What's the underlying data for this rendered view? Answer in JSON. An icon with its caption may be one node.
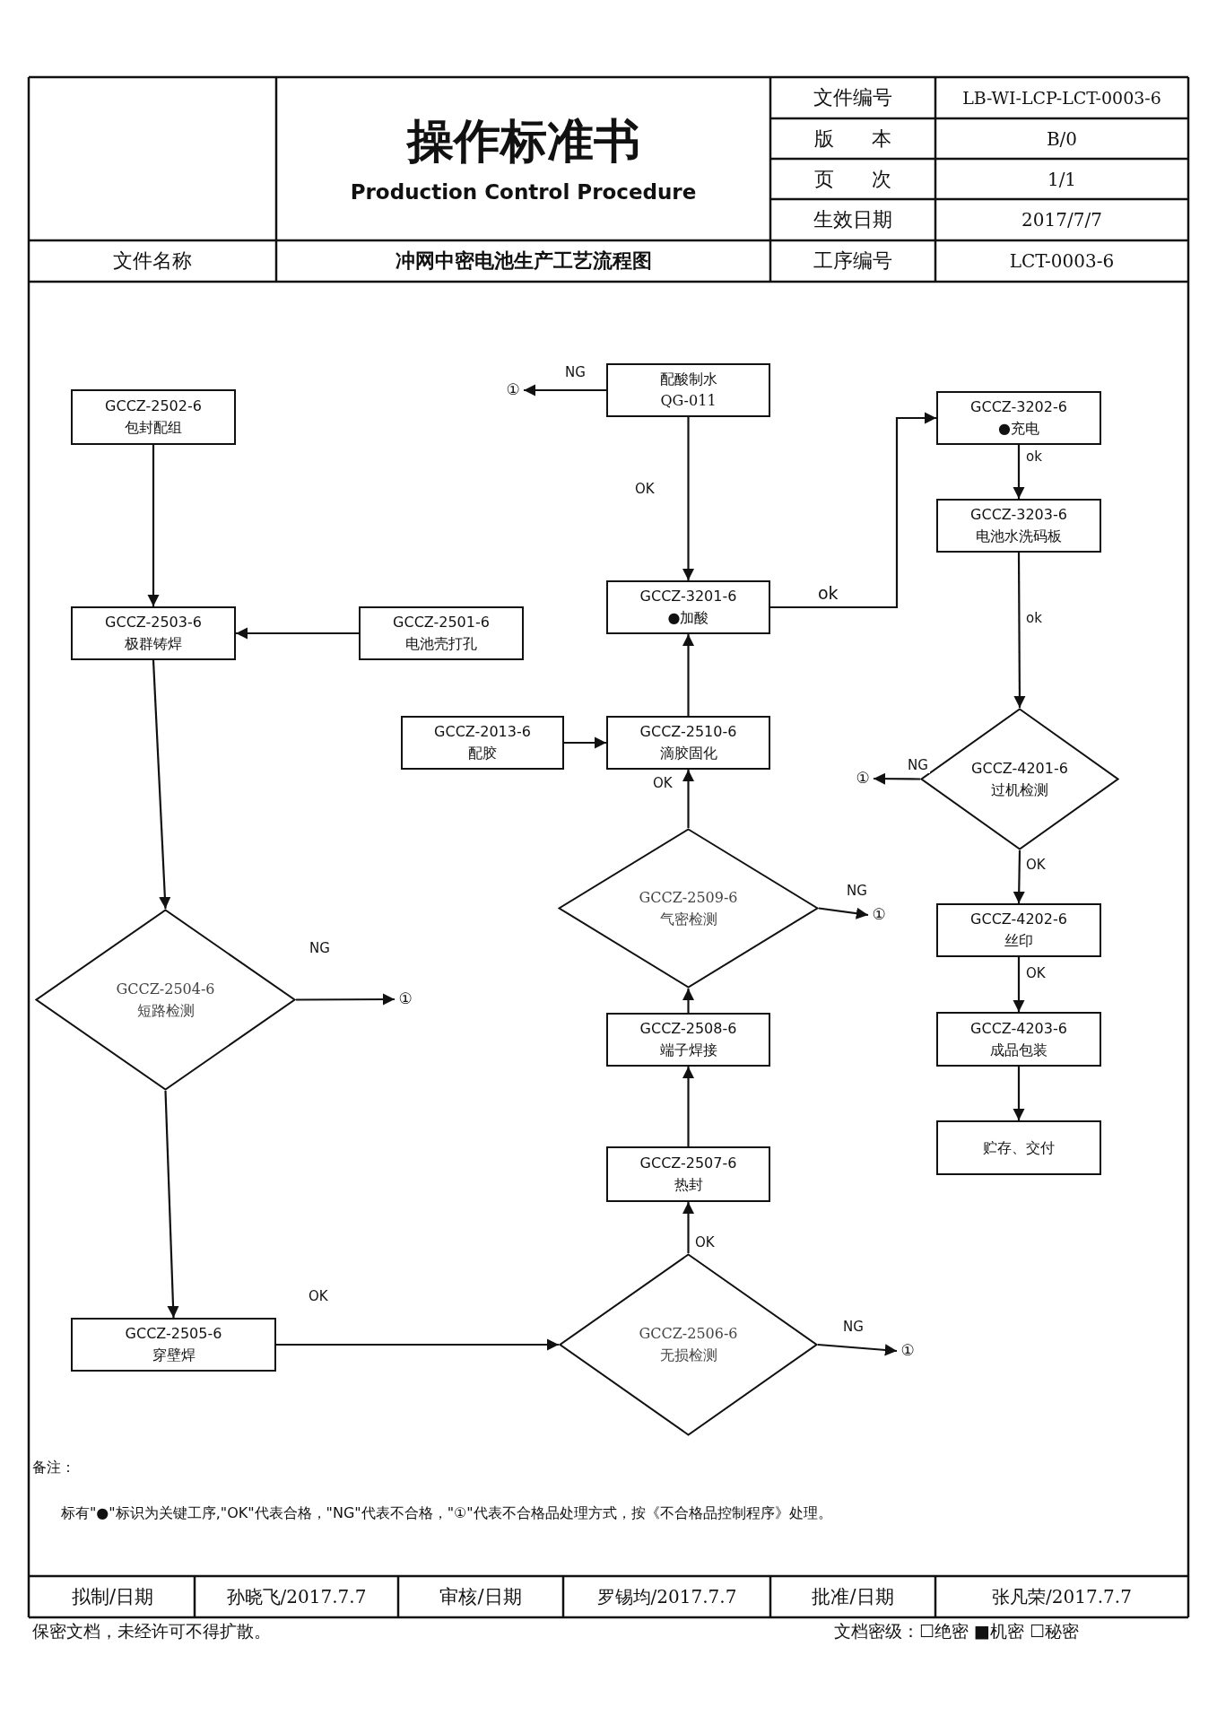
{
  "diagram": {
    "title": "操作标准书",
    "nodes": [
      {
        "text": [
          "GCCZ-2502-6",
          "包封配组"
        ]
      },
      {
        "text": [
          "GCCZ-2503-6",
          "极群铸焊"
        ]
      },
      {
        "text": [
          "GCCZ-2501-6",
          "电池壳打孔"
        ]
      },
      {
        "text": [
          "GCCZ-2504-6",
          "短路检测"
        ]
      },
      {
        "text": [
          "GCCZ-2505-6",
          "穿壁焊"
        ]
      },
      {
        "text": [
          "GCCZ-2506-6",
          "无损检测"
        ]
      },
      {
        "text": [
          "GCCZ-2507-6",
          "热封"
        ]
      },
      {
        "text": [
          "GCCZ-2508-6",
          "端子焊接"
        ]
      },
      {
        "text": [
          "GCCZ-2509-6",
          "气密检测"
        ]
      },
      {
        "text": [
          "GCCZ-2510-6",
          "滴胶固化"
        ]
      },
      {
        "text": [
          "GCCZ-2013-6",
          "配胶"
        ]
      },
      {
        "text": [
          "GCCZ-3201-6",
          "●加酸"
        ]
      },
      {
        "text": [
          "配酸制水",
          "QG-011"
        ]
      },
      {
        "text": [
          "GCCZ-3202-6",
          "●充电"
        ]
      },
      {
        "text": [
          "GCCZ-3203-6",
          "电池水洗码板"
        ]
      },
      {
        "text": [
          "GCCZ-4201-6",
          "过机检测"
        ]
      },
      {
        "text": [
          "GCCZ-4202-6",
          "丝印"
        ]
      },
      {
        "text": [
          "GCCZ-4203-6",
          "成品包装"
        ]
      },
      {
        "text": [
          "贮存、交付"
        ]
      },
      {
        "text": [
          "①"
        ]
      },
      {
        "text": [
          "①"
        ]
      },
      {
        "text": [
          "①"
        ]
      },
      {
        "text": [
          "①"
        ]
      },
      {
        "text": [
          "①"
        ]
      }
    ],
    "edges": [
      {
        "from": 0,
        "to": 1,
        "arrow": "to"
      },
      {
        "from": 2,
        "to": 1,
        "arrow": "to"
      },
      {
        "from": 1,
        "to": 3,
        "arrow": "to"
      },
      {
        "from": 3,
        "to": 23,
        "arrow": "to",
        "label": "NG"
      },
      {
        "from": 3,
        "to": 4,
        "arrow": "to"
      },
      {
        "from": 4,
        "to": 5,
        "arrow": "to",
        "label": "OK"
      },
      {
        "from": 5,
        "to": 22,
        "arrow": "to",
        "label": "NG"
      },
      {
        "from": 5,
        "to": 6,
        "arrow": "to",
        "label": "OK"
      },
      {
        "from": 6,
        "to": 7,
        "arrow": "to"
      },
      {
        "from": 7,
        "to": 8,
        "arrow": "to"
      },
      {
        "from": 8,
        "to": 20,
        "arrow": "to",
        "label": "NG"
      },
      {
        "from": 8,
        "to": 9,
        "arrow": "to",
        "label": "OK"
      },
      {
        "from": 10,
        "to": 9,
        "arrow": "to"
      },
      {
        "from": 9,
        "to": 11,
        "arrow": "to"
      },
      {
        "from": 12,
        "to": 11,
        "arrow": "to",
        "label": "OK"
      },
      {
        "from": 12,
        "to": 19,
        "arrow": "to",
        "label": "NG"
      },
      {
        "from": 11,
        "to": 13,
        "arrow": "to",
        "label": "ok"
      },
      {
        "from": 13,
        "to": 14,
        "arrow": "to",
        "label": "ok"
      },
      {
        "from": 14,
        "to": 15,
        "arrow": "to",
        "label": "ok"
      },
      {
        "from": 15,
        "to": 21,
        "arrow": "to",
        "label": "NG"
      },
      {
        "from": 15,
        "to": 16,
        "arrow": "to",
        "label": "OK"
      },
      {
        "from": 16,
        "to": 17,
        "arrow": "to",
        "label": "OK"
      },
      {
        "from": 17,
        "to": 18,
        "arrow": "to"
      }
    ],
    "labels": [
      "Production Control Procedure",
      "文件编号",
      "LB-WI-LCP-LCT-0003-6",
      "版 本",
      "B/0",
      "页 次",
      "1/1",
      "生效日期",
      "2017/7/7",
      "文件名称",
      "冲网中密电池生产工艺流程图",
      "工序编号",
      "LCT-0003-6",
      "备注：",
      "标有\"●\"标识为关键工序,\"OK\"代表合格，\"NG\"代表不合格，\"①\"代表不合格品处理方式，按《不合格品控制程序》处理。",
      "拟制/日期",
      "孙晓飞/2017.7.7",
      "审核/日期",
      "罗锡均/2017.7.7",
      "批准/日期",
      "张凡荣/2017.7.7",
      "保密文档，未经许可不得扩散。",
      "文档密级：☐绝密 ■机密 ☐秘密"
    ]
  }
}
